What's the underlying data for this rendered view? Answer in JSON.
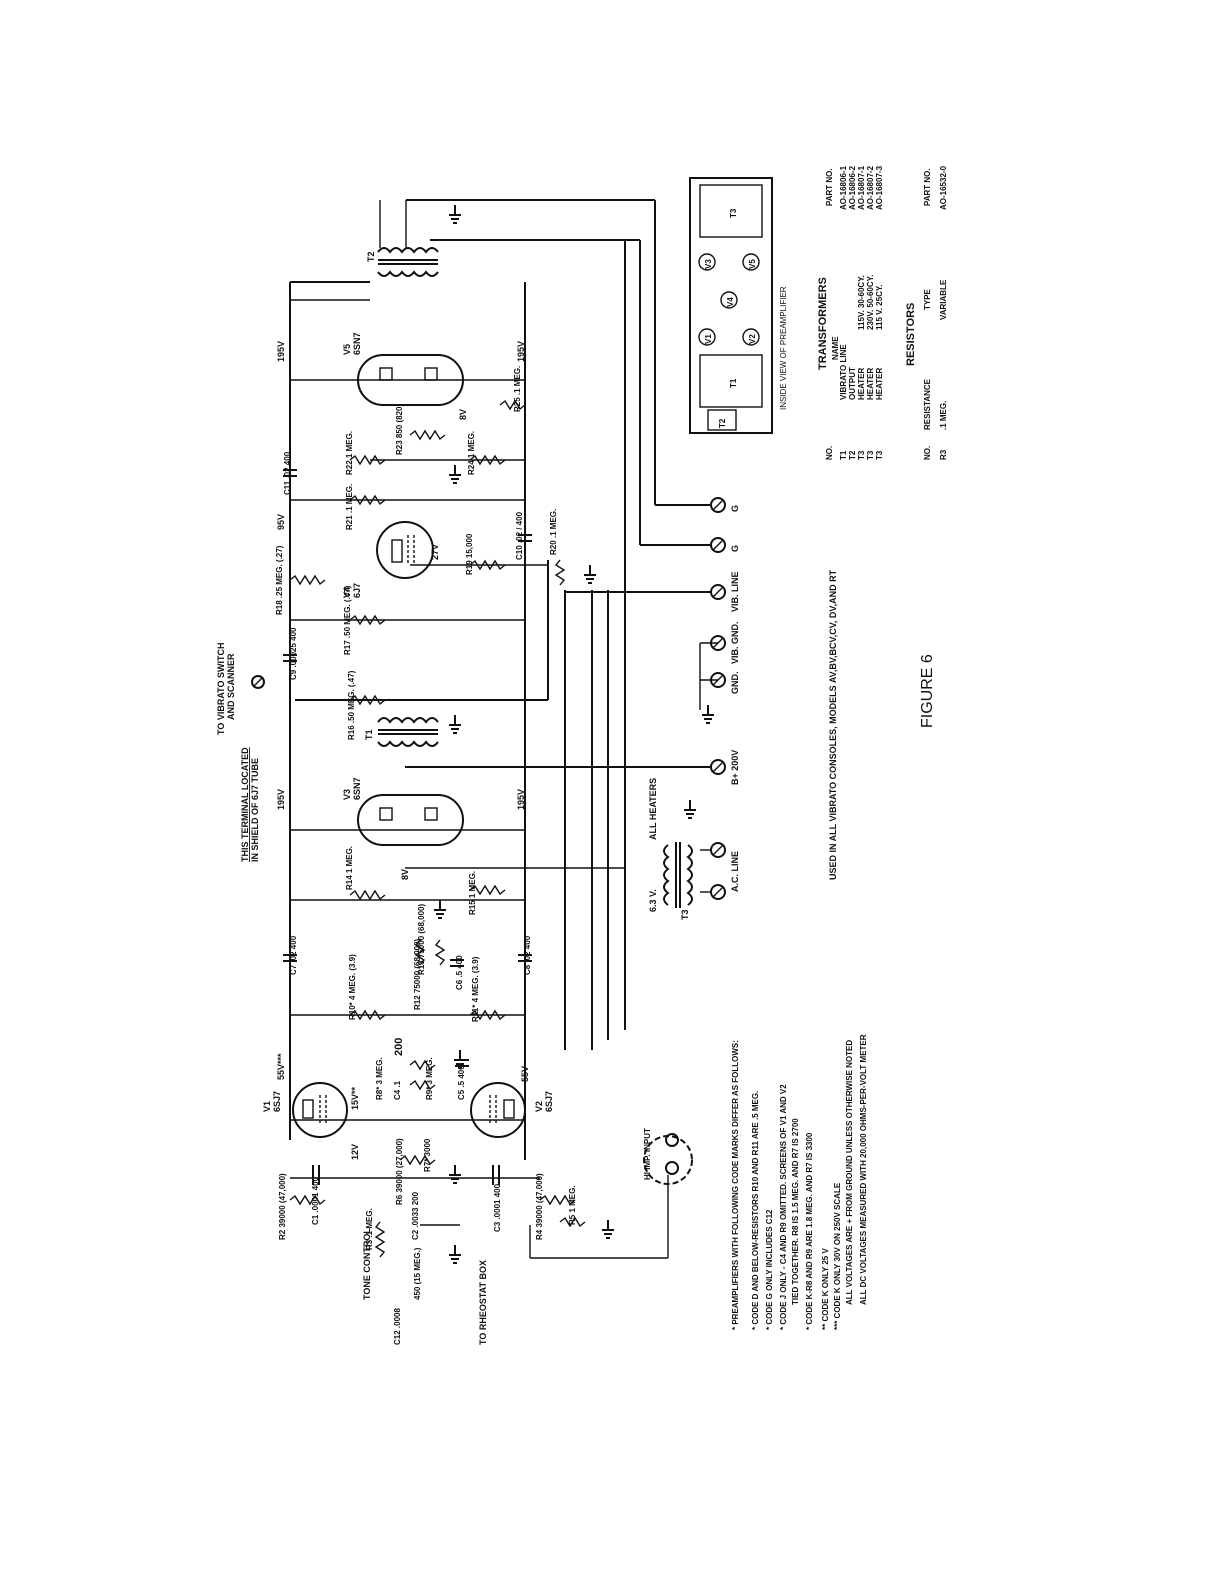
{
  "figure": {
    "caption": "FIGURE 6"
  },
  "models_note": "USED IN ALL VIBRATO CONSOLES, MODELS AV,BV,BCV,CV, DV,AND RT",
  "terminal_note": {
    "line1": "TO VIBRATO SWITCH",
    "line2": "AND SCANNER",
    "line3": "THIS TERMINAL LOCATED",
    "line4": "IN SHIELD OF 6J7 TUBE"
  },
  "terminals": [
    {
      "label": "G"
    },
    {
      "label": "G"
    },
    {
      "label": "VIB. LINE"
    },
    {
      "label": "VIB. GND."
    },
    {
      "label": "GND."
    },
    {
      "label": "B+ 200V"
    },
    {
      "label": "HI IMP. INPUT"
    },
    {
      "label": "A.C. LINE"
    }
  ],
  "labels": {
    "tone_control": "TONE CONTROL",
    "rheostat": "TO RHEOSTAT BOX",
    "all_heaters": "ALL HEATERS",
    "heater_volts": "6.3 V."
  },
  "tubes": [
    {
      "ref": "V1",
      "type": "6SJ7"
    },
    {
      "ref": "V2",
      "type": "6SJ7"
    },
    {
      "ref": "V3",
      "type": "6SN7"
    },
    {
      "ref": "V4",
      "type": "6J7"
    },
    {
      "ref": "V5",
      "type": "6SN7"
    }
  ],
  "voltages": [
    "195V",
    "195V",
    "195V",
    "195V",
    "95V",
    "27V",
    "8V",
    "8V",
    "55V***",
    "15V**",
    "55V",
    "12V"
  ],
  "components": {
    "R2": "R2 39000 (47,000)",
    "C1": "C1 .0001 400",
    "R3": "R3 .1 MEG.",
    "R6": "R6 39000 (27,000)",
    "R7": "R7* 3000",
    "C2": "C2 .0033 200",
    "C3": "C3 .0001 400",
    "R4": "R4 39000 (47,000)",
    "R5": "R5 1 MEG.",
    "R8": "R8* 3 MEG.",
    "C4": "C4 .1",
    "R9": "R9* 3 MEG.",
    "C5": "C5 .5 400",
    "C4_rating": "200",
    "R10": "R10* 4 MEG. (3.9)",
    "R11": "R11* 4 MEG. (3.9)",
    "R12": "R12 75000 (68,000)",
    "R13": "R13 75000 (68,000)",
    "C6": "C6 .5 400",
    "C7": "C7 .02 400",
    "C8": "C8 .02 400",
    "R14": "R14 1 MEG.",
    "R15": "R15 1 MEG.",
    "T1": "T1",
    "R16": "R16 .50 MEG. (.47)",
    "C9": "C9 .00025 400",
    "R17": "R17 .50 MEG. (.47)",
    "R18": "R18 .25 MEG. (.27)",
    "R19": "R19 15,000",
    "R20": "R20 .1 MEG.",
    "C10": "C10 .02 / 400",
    "R21": "R21 .1 MEG.",
    "C11": "C11 .02 400",
    "R22": "R22 1 MEG.",
    "R23": "R23 850 (820)",
    "R24": "R24 1 MEG.",
    "R25": "R25 .1 MEG.",
    "T2": "T2",
    "T3": "T3",
    "C12": "C12 .0008",
    "R_rheo": "450 (15 MEG.)"
  },
  "inside_view": {
    "caption": "INSIDE VIEW OF PREAMPLIFIER",
    "parts": [
      "T2",
      "T1",
      "V1",
      "V2",
      "V4",
      "V3",
      "V5",
      "T3"
    ]
  },
  "transformers_table": {
    "title": "TRANSFORMERS",
    "headers": [
      "NO.",
      "NAME",
      "",
      "PART NO."
    ],
    "rows": [
      [
        "T1",
        "VIBRATO LINE",
        "",
        "AO-16806-1"
      ],
      [
        "T2",
        "OUTPUT",
        "",
        "AO-16806-2"
      ],
      [
        "T3",
        "HEATER",
        "115V. 30-60CY.",
        "AO-16807-1"
      ],
      [
        "T3",
        "HEATER",
        "230V. 50-60CY.",
        "AO-16807-2"
      ],
      [
        "T3",
        "HEATER",
        "115 V. 25CY.",
        "AO-16807-3"
      ]
    ]
  },
  "resistors_table": {
    "title": "RESISTORS",
    "headers": [
      "NO.",
      "RESISTANCE",
      "TYPE",
      "PART NO."
    ],
    "rows": [
      [
        "R3",
        ".1 MEG.",
        "VARIABLE",
        "AO-16532-0"
      ]
    ]
  },
  "notes": [
    "* PREAMPLIFIERS WITH FOLLOWING CODE MARKS DIFFER AS FOLLOWS:",
    "* CODE D AND BELOW-RESISTORS R10 AND R11 ARE .5 MEG.",
    "* CODE G ONLY INCLUDES C12",
    "* CODE J ONLY - C4 AND R9 OMITTED. SCREENS OF V1 AND V2",
    "TIED TOGETHER. R8 IS 1.5 MEG. AND R7 IS 2700",
    "* CODE K-R8 AND R9 ARE 1.8 MEG. AND R7 IS 3300",
    "** CODE K ONLY 25 V",
    "*** CODE K ONLY 30V ON 250V SCALE",
    "ALL VOLTAGES ARE + FROM GROUND UNLESS OTHERWISE NOTED",
    "ALL DC VOLTAGES MEASURED WITH 20,000 OHMS-PER-VOLT METER"
  ]
}
